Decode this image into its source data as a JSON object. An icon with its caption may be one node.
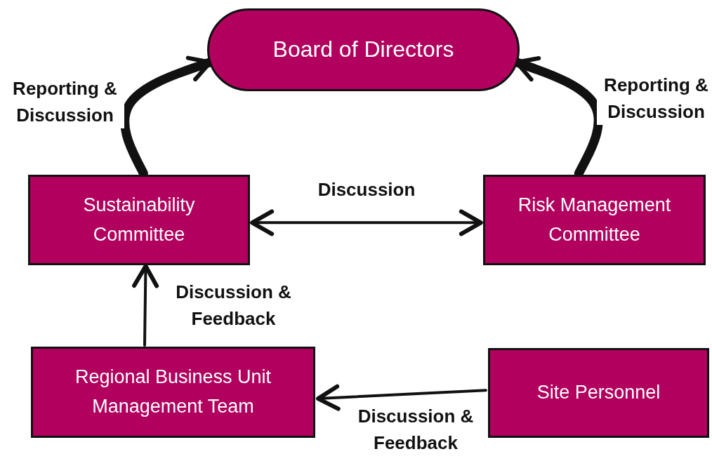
{
  "diagram": {
    "nodes": [
      {
        "text": [
          "Board of Directors"
        ]
      },
      {
        "text": [
          "Sustainability Committee"
        ]
      },
      {
        "text": [
          "Risk Management Committee"
        ]
      },
      {
        "text": [
          "Regional Business Unit Management Team"
        ]
      },
      {
        "text": [
          "Site Personnel"
        ]
      }
    ],
    "edges": [
      {
        "from": 1,
        "to": 0,
        "arrow": "to",
        "label": "Reporting & Discussion",
        "style": "thick"
      },
      {
        "from": 2,
        "to": 0,
        "arrow": "to",
        "label": "Reporting & Discussion",
        "style": "thick"
      },
      {
        "from": 1,
        "to": 2,
        "arrow": "both",
        "label": "Discussion"
      },
      {
        "from": 3,
        "to": 1,
        "arrow": "to",
        "label": "Discussion & Feedback"
      },
      {
        "from": 4,
        "to": 3,
        "arrow": "to",
        "label": "Discussion & Feedback"
      }
    ]
  }
}
